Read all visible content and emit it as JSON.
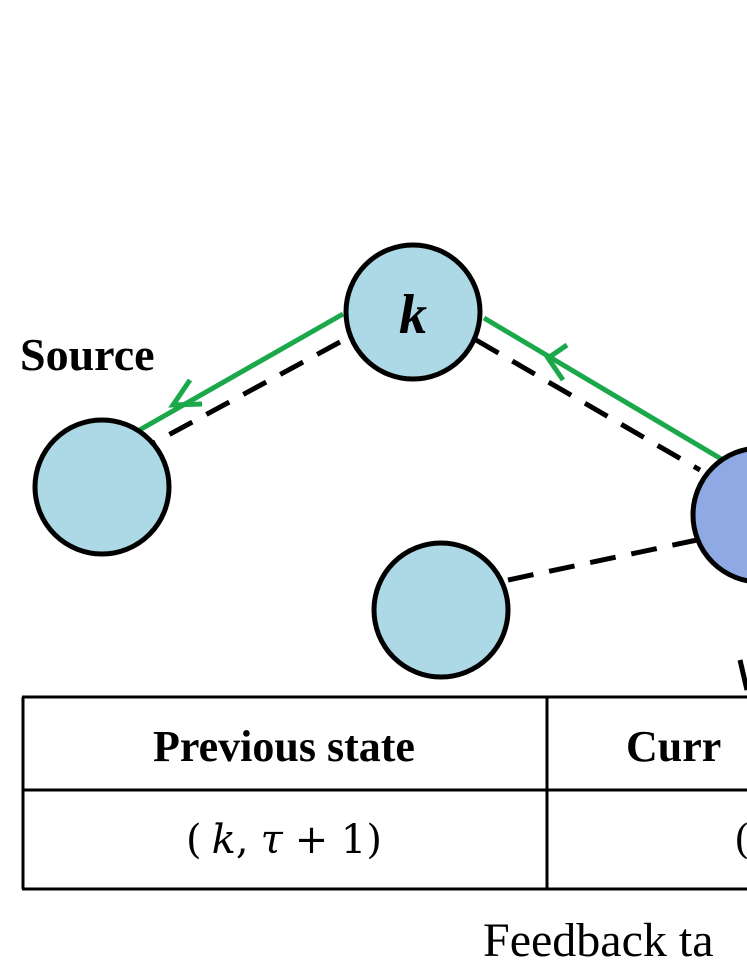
{
  "diagram": {
    "nodes": {
      "k": {
        "label": "k"
      }
    },
    "labels": {
      "source": "Source"
    },
    "colors": {
      "node_fill": "#add8e6",
      "current_node_fill": "#8ea9e3",
      "route_color": "#1aa84a",
      "edge_color": "#000000"
    }
  },
  "table": {
    "headers": [
      "Previous state",
      "Curr"
    ],
    "row": {
      "previous_state_open": "(",
      "previous_state_k": "k",
      "previous_state_sep": ",",
      "previous_state_tau": "τ",
      "previous_state_rest": "+ 1)",
      "current_state_partial": "("
    }
  },
  "caption": "Feedback ta"
}
